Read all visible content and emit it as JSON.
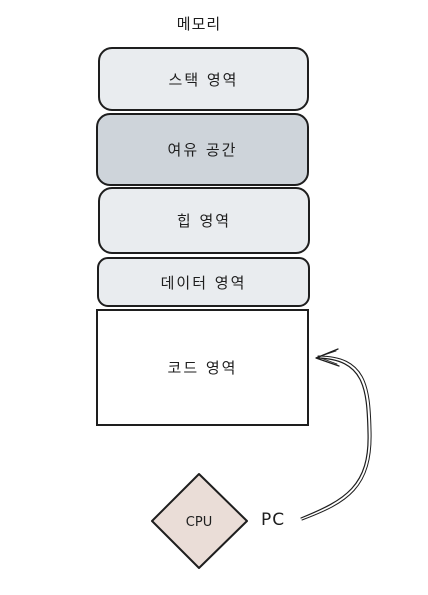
{
  "diagram": {
    "title": "메모리",
    "stroke_color": "#1e1e1e",
    "segments": [
      {
        "label": "스택 영역",
        "fill": "#e9ecef"
      },
      {
        "label": "여유 공간",
        "fill": "#ced4da"
      },
      {
        "label": "힙 영역",
        "fill": "#e9ecef"
      },
      {
        "label": "데이터 영역",
        "fill": "#e9ecef"
      },
      {
        "label": "코드 영역",
        "fill": "#ffffff"
      }
    ],
    "cpu": {
      "label": "CPU",
      "fill": "#eaddd7"
    },
    "pc": {
      "label": "PC"
    }
  }
}
